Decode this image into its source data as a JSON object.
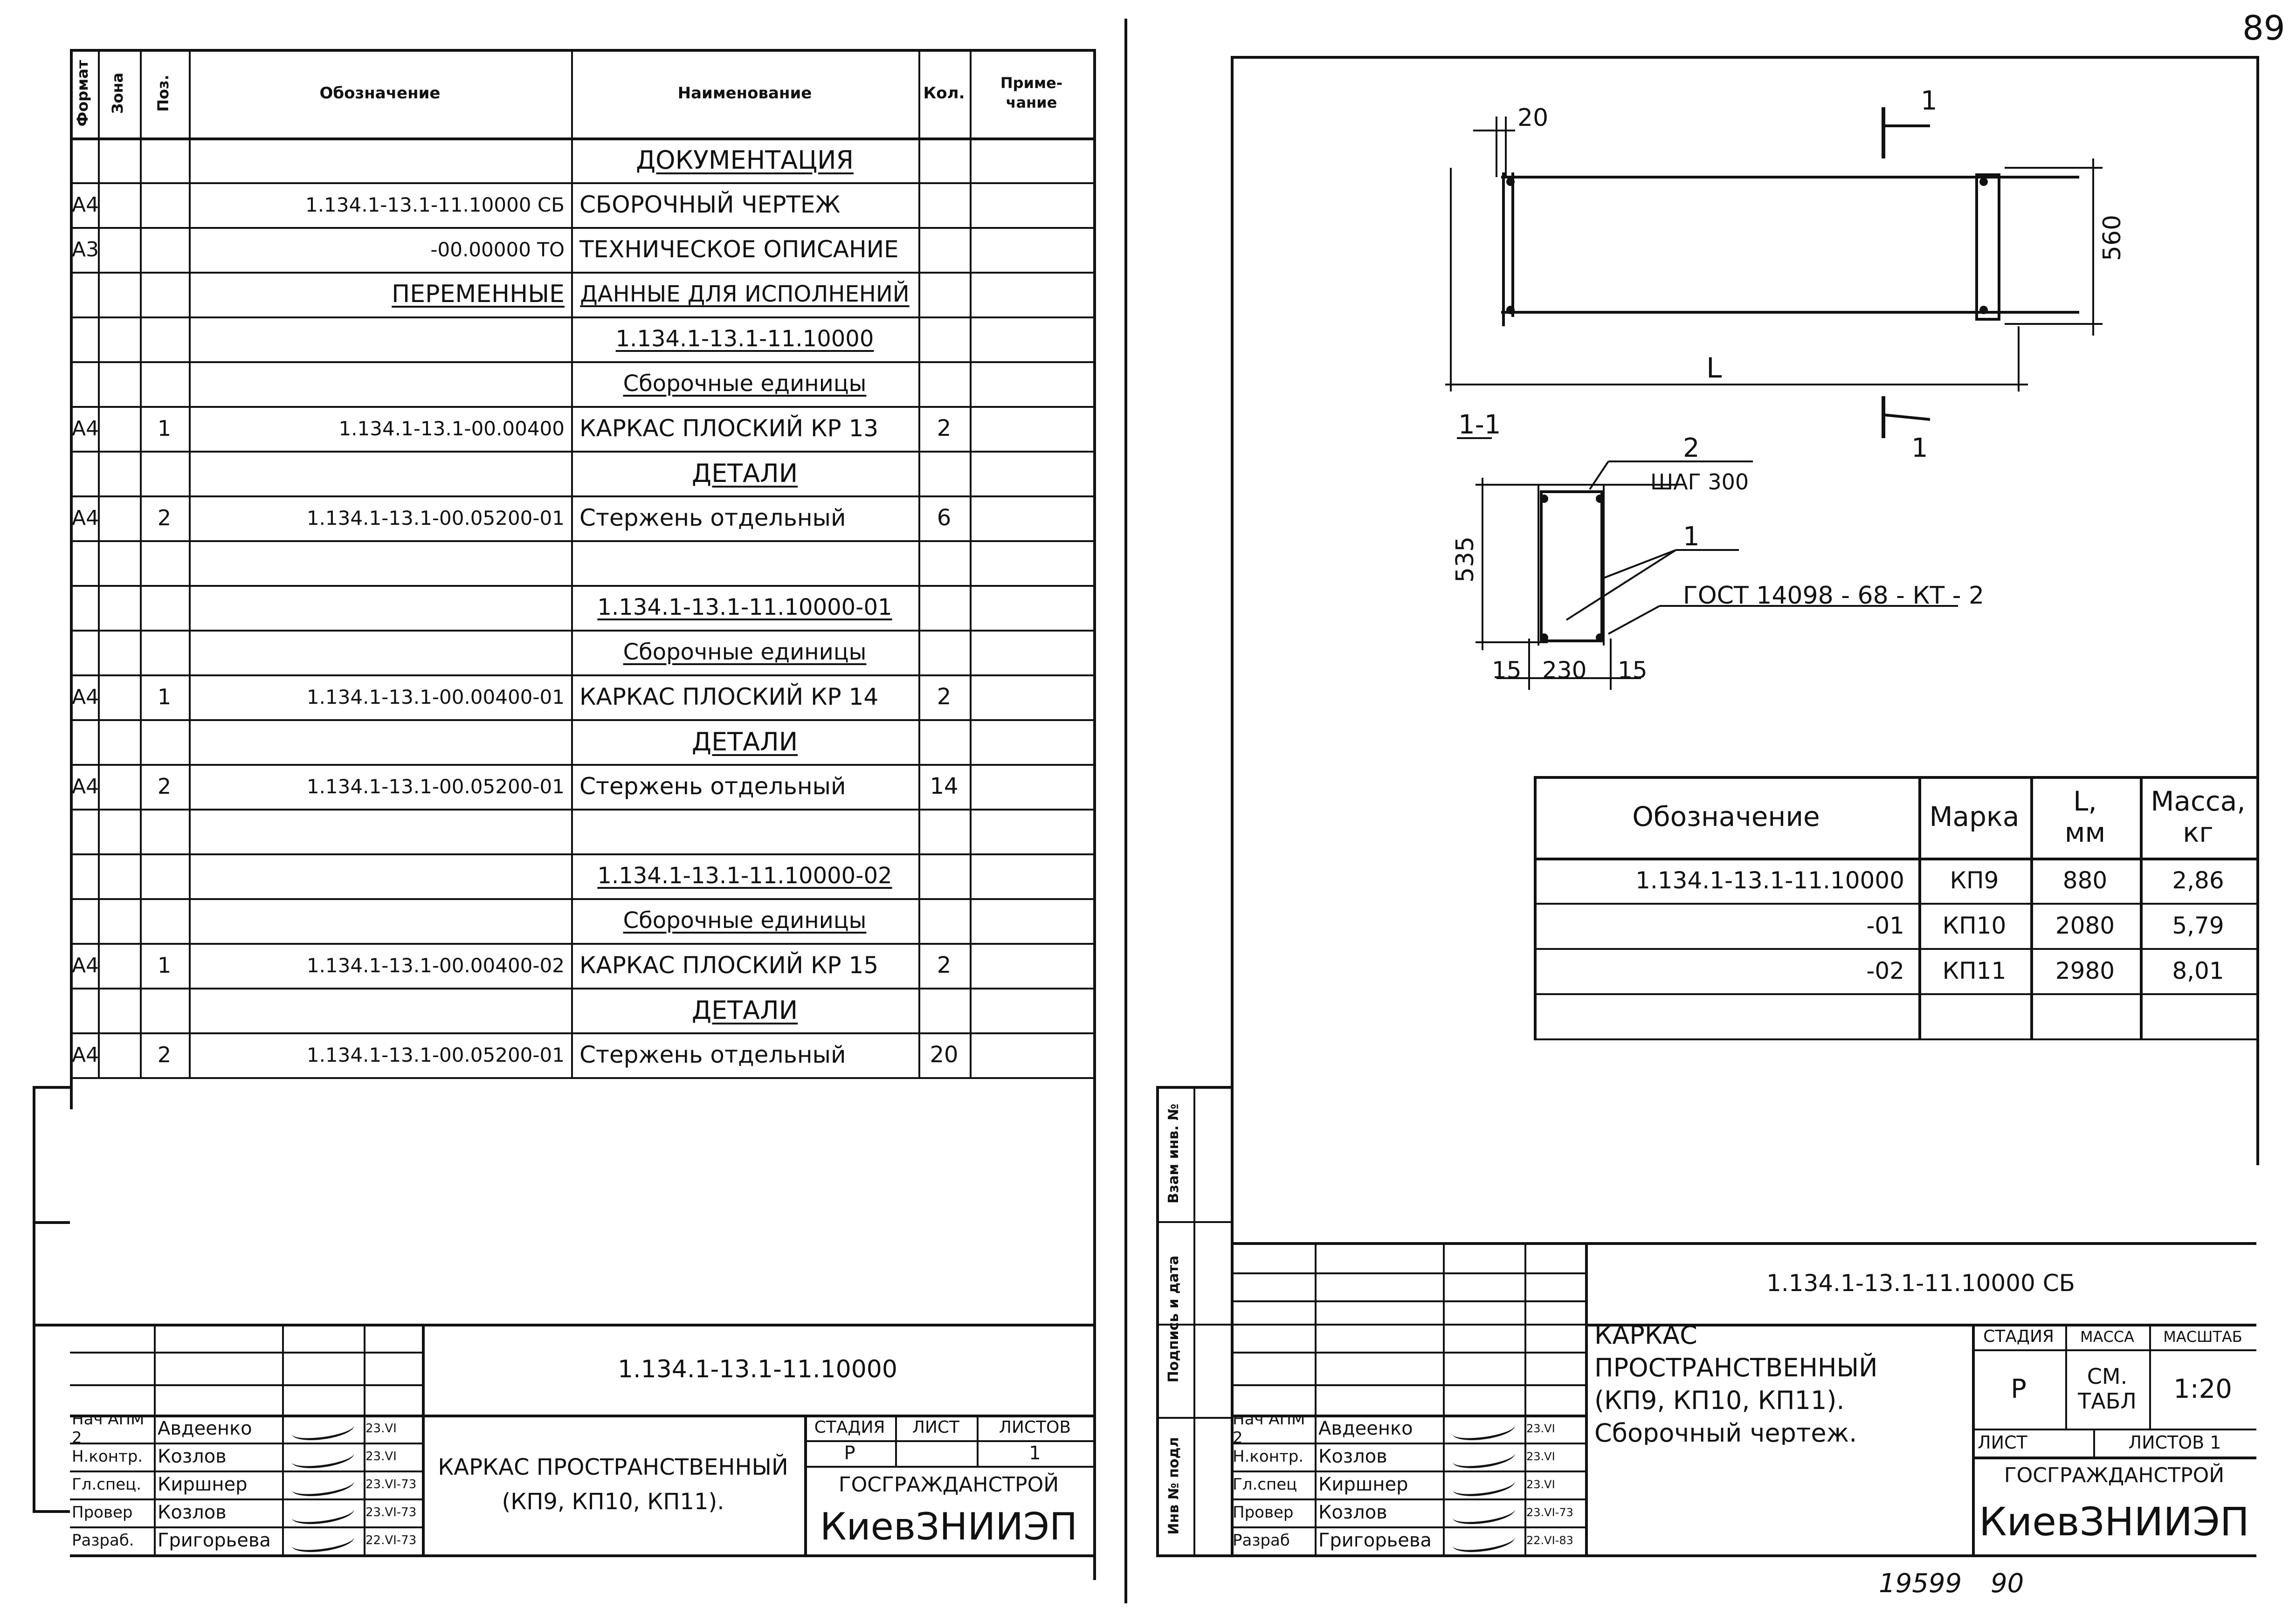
{
  "page_number": "89",
  "footer": {
    "archive_number": "19599",
    "archive_sheet": "90"
  },
  "left": {
    "header": {
      "format": "Формат",
      "zone": "Зона",
      "pos": "Поз.",
      "designation": "Обозначение",
      "name": "Наименование",
      "qty": "Кол.",
      "note": "Приме-\nчание"
    },
    "rows": [
      {
        "fmt": "",
        "pos": "",
        "designation": "",
        "name": "ДОКУМЕНТАЦИЯ",
        "qty": "",
        "name_style": "section"
      },
      {
        "fmt": "А4",
        "pos": "",
        "designation": "1.134.1-13.1-11.10000 СБ",
        "name": "СБОРОЧНЫЙ ЧЕРТЕЖ",
        "qty": ""
      },
      {
        "fmt": "А3",
        "pos": "",
        "designation": "-00.00000 ТО",
        "name": "ТЕХНИЧЕСКОЕ ОПИСАНИЕ",
        "qty": ""
      },
      {
        "fmt": "",
        "pos": "",
        "designation": "ПЕРЕМЕННЫЕ",
        "name": "ДАННЫЕ ДЛЯ ИСПОЛНЕНИЙ",
        "qty": "",
        "name_style": "underline",
        "des_style": "underline"
      },
      {
        "fmt": "",
        "pos": "",
        "designation": "",
        "name": "1.134.1-13.1-11.10000",
        "qty": "",
        "name_style": "underline"
      },
      {
        "fmt": "",
        "pos": "",
        "designation": "",
        "name": "Сборочные единицы",
        "qty": "",
        "name_style": "underline"
      },
      {
        "fmt": "А4",
        "pos": "1",
        "designation": "1.134.1-13.1-00.00400",
        "name": "КАРКАС ПЛОСКИЙ КР 13",
        "qty": "2"
      },
      {
        "fmt": "",
        "pos": "",
        "designation": "",
        "name": "ДЕТАЛИ",
        "qty": "",
        "name_style": "section"
      },
      {
        "fmt": "А4",
        "pos": "2",
        "designation": "1.134.1-13.1-00.05200-01",
        "name": "Стержень отдельный",
        "qty": "6"
      },
      {
        "fmt": "",
        "pos": "",
        "designation": "",
        "name": "",
        "qty": ""
      },
      {
        "fmt": "",
        "pos": "",
        "designation": "",
        "name": "1.134.1-13.1-11.10000-01",
        "qty": "",
        "name_style": "underline"
      },
      {
        "fmt": "",
        "pos": "",
        "designation": "",
        "name": "Сборочные единицы",
        "qty": "",
        "name_style": "underline"
      },
      {
        "fmt": "А4",
        "pos": "1",
        "designation": "1.134.1-13.1-00.00400-01",
        "name": "КАРКАС ПЛОСКИЙ КР 14",
        "qty": "2"
      },
      {
        "fmt": "",
        "pos": "",
        "designation": "",
        "name": "ДЕТАЛИ",
        "qty": "",
        "name_style": "section"
      },
      {
        "fmt": "А4",
        "pos": "2",
        "designation": "1.134.1-13.1-00.05200-01",
        "name": "Стержень отдельный",
        "qty": "14"
      },
      {
        "fmt": "",
        "pos": "",
        "designation": "",
        "name": "",
        "qty": ""
      },
      {
        "fmt": "",
        "pos": "",
        "designation": "",
        "name": "1.134.1-13.1-11.10000-02",
        "qty": "",
        "name_style": "underline"
      },
      {
        "fmt": "",
        "pos": "",
        "designation": "",
        "name": "Сборочные единицы",
        "qty": "",
        "name_style": "underline"
      },
      {
        "fmt": "А4",
        "pos": "1",
        "designation": "1.134.1-13.1-00.00400-02",
        "name": "КАРКАС ПЛОСКИЙ КР 15",
        "qty": "2"
      },
      {
        "fmt": "",
        "pos": "",
        "designation": "",
        "name": "ДЕТАЛИ",
        "qty": "",
        "name_style": "section"
      },
      {
        "fmt": "А4",
        "pos": "2",
        "designation": "1.134.1-13.1-00.05200-01",
        "name": "Стержень отдельный",
        "qty": "20"
      }
    ],
    "title_block": {
      "doc_code": "1.134.1-13.1-11.10000",
      "title": "КАРКАС ПРОСТРАНСТВЕННЫЙ\n(КП9, КП10, КП11).",
      "stage_label": "СТАДИЯ",
      "sheet_label": "ЛИСТ",
      "sheets_label": "ЛИСТОВ",
      "stage": "Р",
      "sheets": "1",
      "org": "ГОСГРАЖДАНСТРОЙ",
      "institute": "КиевЗНИИЭП",
      "people": [
        {
          "role": "Нач АПМ 2",
          "name": "Авдеенко",
          "date": "23.VI"
        },
        {
          "role": "Н.контр.",
          "name": "Козлов",
          "date": "23.VI"
        },
        {
          "role": "Гл.спец.",
          "name": "Киршнер",
          "date": "23.VI-73"
        },
        {
          "role": "Провер",
          "name": "Козлов",
          "date": "23.VI-73"
        },
        {
          "role": "Разраб.",
          "name": "Григорьева",
          "date": "22.VI-73"
        }
      ]
    }
  },
  "right": {
    "side_labels": {
      "inv_podl": "Инв № подл",
      "podpis_data": "Подпись и дата",
      "vzam_inv": "Взам инв. №"
    },
    "drawing": {
      "dim_20": "20",
      "dim_560": "560",
      "dim_L": "L",
      "section_mark": "1",
      "section_label": "1-1",
      "dim_535": "535",
      "dim_15a": "15",
      "dim_230": "230",
      "dim_15b": "15",
      "callout_2": "2",
      "pitch": "ШАГ 300",
      "callout_1": "1",
      "gost": "ГОСТ 14098 - 68 - КТ - 2"
    },
    "mark_table": {
      "headers": [
        "Обозначение",
        "Марка",
        "L,\nмм",
        "Масса,\nкг"
      ],
      "rows": [
        [
          "1.134.1-13.1-11.10000",
          "КП9",
          "880",
          "2,86"
        ],
        [
          "-01",
          "КП10",
          "2080",
          "5,79"
        ],
        [
          "-02",
          "КП11",
          "2980",
          "8,01"
        ],
        [
          "",
          "",
          "",
          ""
        ]
      ]
    },
    "title_block": {
      "doc_code": "1.134.1-13.1-11.10000 СБ",
      "title": "КАРКАС ПРОСТРАНСТВЕННЫЙ\n(КП9, КП10, КП11).\nСборочный чертеж.",
      "stage_label": "СТАДИЯ",
      "mass_label": "МАССА",
      "scale_label": "МАСШТАБ",
      "stage": "Р",
      "mass": "СМ.\nТАБЛ",
      "scale": "1:20",
      "sheet_label": "ЛИСТ",
      "sheets_label": "ЛИСТОВ 1",
      "org": "ГОСГРАЖДАНСТРОЙ",
      "institute": "КиевЗНИИЭП",
      "people": [
        {
          "role": "Нач АПМ 2",
          "name": "Авдеенко",
          "date": "23.VI"
        },
        {
          "role": "Н.контр.",
          "name": "Козлов",
          "date": "23.VI"
        },
        {
          "role": "Гл.спец",
          "name": "Киршнер",
          "date": "23.VI"
        },
        {
          "role": "Провер",
          "name": "Козлов",
          "date": "23.VI-73"
        },
        {
          "role": "Разраб",
          "name": "Григорьева",
          "date": "22.VI-83"
        }
      ]
    }
  }
}
